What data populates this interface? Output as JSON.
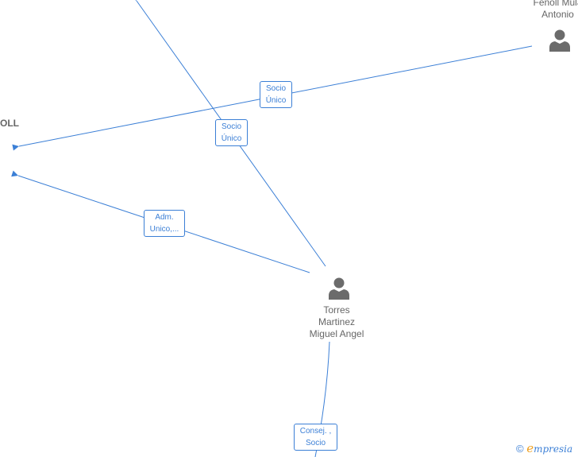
{
  "nodes": {
    "company_oll": {
      "label": "OLL"
    },
    "person_fenoll": {
      "lines": [
        "Fenoll Mula",
        "Antonio"
      ]
    },
    "person_torres": {
      "lines": [
        "Torres",
        "Martinez",
        "Miguel Angel"
      ]
    }
  },
  "edges": {
    "socio_unico_fenoll": {
      "lines": [
        "Socio",
        "Único"
      ]
    },
    "socio_unico_torres": {
      "lines": [
        "Socio",
        "Único"
      ]
    },
    "adm_unico": {
      "lines": [
        "Adm.",
        "Unico,..."
      ]
    },
    "consej_socio": {
      "lines": [
        "Consej. ,",
        "Socio"
      ]
    }
  },
  "brand": {
    "copyright": "©",
    "logo_e": "e",
    "logo_rest": "mpresia"
  },
  "colors": {
    "edge": "#3b7fd6",
    "node_text": "#666666",
    "icon": "#6b6b6b",
    "brand_e": "#f0a020"
  }
}
